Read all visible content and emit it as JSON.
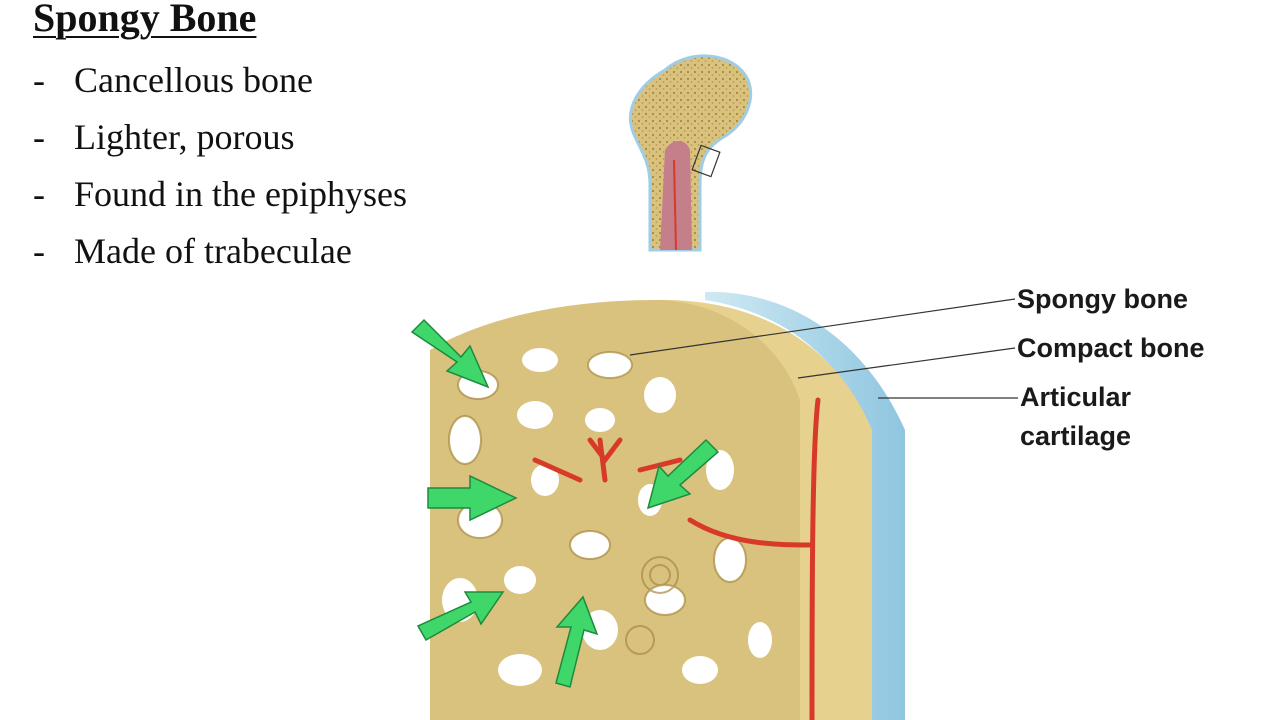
{
  "slide": {
    "title": "Spongy Bone",
    "bullets": [
      {
        "marker": "-",
        "text": "Cancellous bone"
      },
      {
        "marker": "-",
        "text": "Lighter, porous"
      },
      {
        "marker": "-",
        "text": "Found in the epiphyses"
      },
      {
        "marker": "-",
        "text": "Made of trabeculae"
      }
    ]
  },
  "diagram": {
    "labels": {
      "spongy_bone": "Spongy bone",
      "compact_bone": "Compact bone",
      "articular_cartilage_line1": "Articular",
      "articular_cartilage_line2": "cartilage"
    },
    "colors": {
      "bone": "#d9c27e",
      "bone_dark": "#a88a3e",
      "cartilage": "#9fd0e6",
      "blood_vessel": "#d83a2a",
      "marrow": "#c47f8a",
      "arrow": "#3fd66a"
    }
  }
}
